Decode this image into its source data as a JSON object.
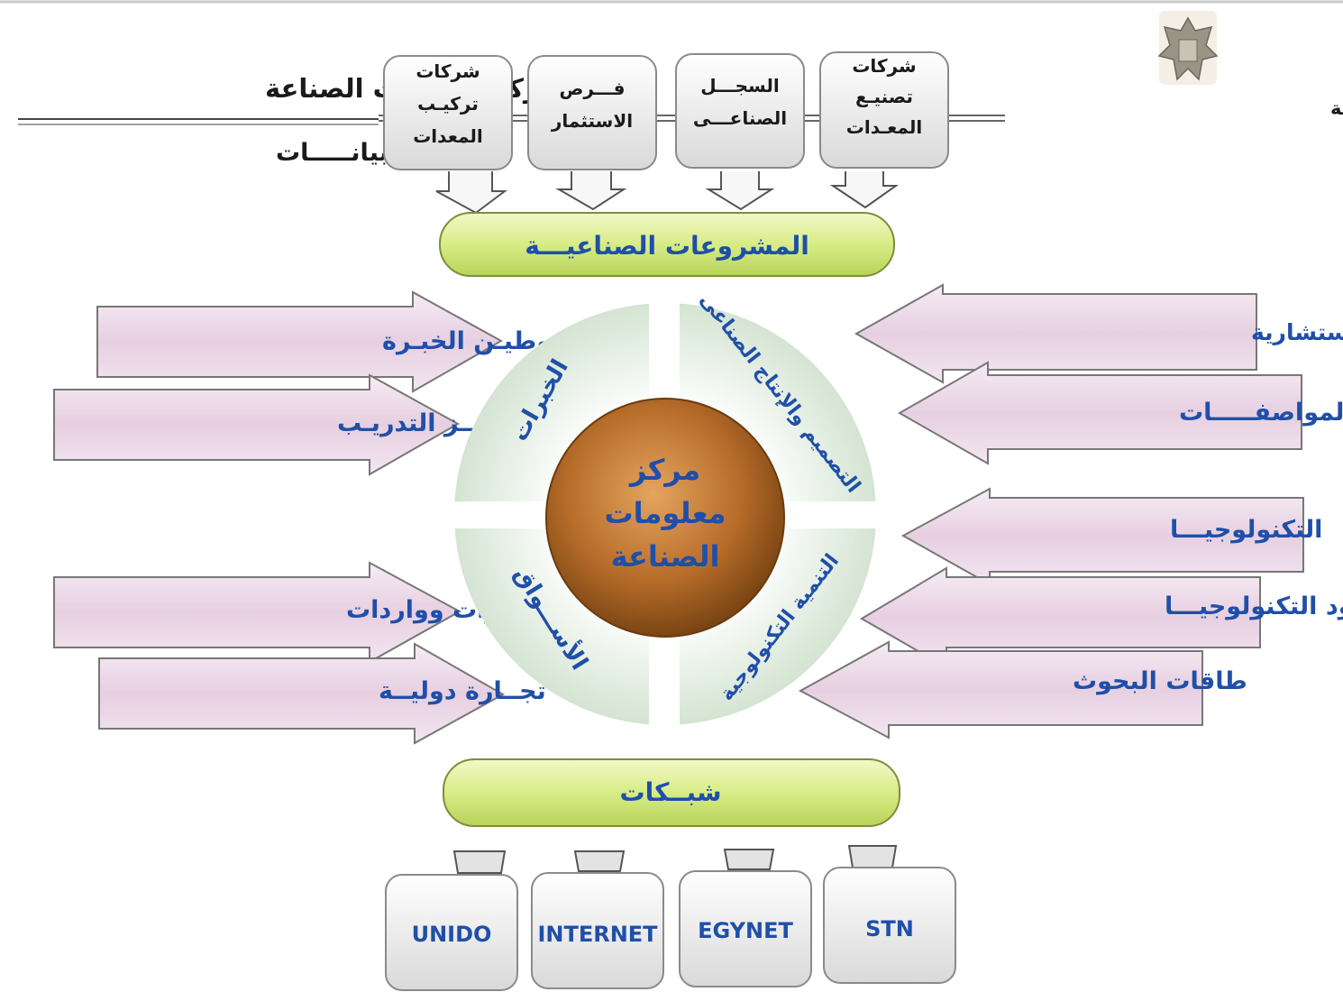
{
  "header": {
    "ministry": "وزارة الصناعة والتنمية التكنولوجية",
    "center_title": "مركز معلومات الصناعة",
    "databases": "قواعـــد البيانـــــات"
  },
  "top_boxes": [
    "شركات تصنيـع المعـدات",
    "السجـــل الصناعـــى",
    "فـــرص الاستثمار",
    "شركات تركيـب المعدات"
  ],
  "top_bar": "المشروعات الصناعيـــة",
  "center": [
    "مركز",
    "معلومات",
    "الصناعة"
  ],
  "quadrants": {
    "top_right": "التصميم والإنتاج الصناعى",
    "top_left": "الخبرات",
    "bottom_right": "التنمية التكنولوجية",
    "bottom_left": "الأســـواق"
  },
  "left_arrows": [
    "توطيـن الخبـرة",
    "مراكــز التدريـب",
    "صادرات وواردات",
    "تجــارة دوليــة"
  ],
  "right_arrows": [
    "الشركات الهندسية والاستشارية",
    "المواصفـــــات",
    "التكنولوجيـــا",
    "عقـــود التكنولوجيـــا",
    "طاقات البحوث"
  ],
  "network_bar": "شبــكات",
  "network_boxes": [
    "UNIDO",
    "INTERNET",
    "EGYNET",
    "STN"
  ],
  "colors": {
    "text_blue": "#1f4fa8",
    "arrow_fill": "#ead6e6",
    "bar_green": "#d9ec8a",
    "center_brown": "#b86d2a",
    "ring": "#dfeadf"
  }
}
